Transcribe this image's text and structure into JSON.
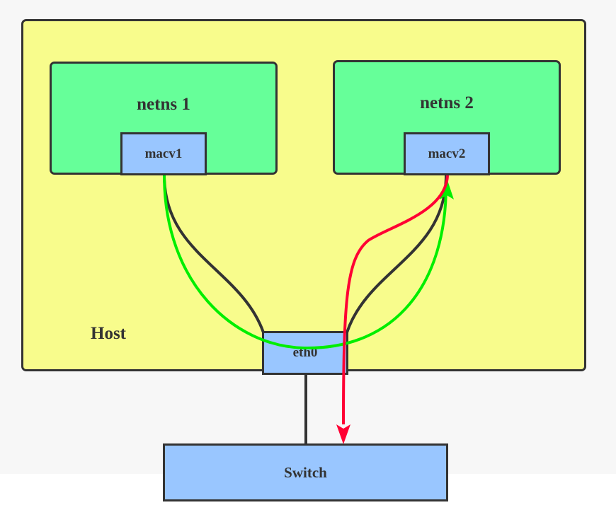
{
  "diagram": {
    "host": {
      "label": "Host"
    },
    "namespaces": [
      {
        "title": "netns 1",
        "interface": "macv1"
      },
      {
        "title": "netns 2",
        "interface": "macv2"
      }
    ],
    "eth0": {
      "label": "eth0"
    },
    "switch": {
      "label": "Switch"
    },
    "colors": {
      "host_fill": "#f8fc8c",
      "netns_fill": "#66ff99",
      "interface_fill": "#99c6ff",
      "border": "#333333",
      "green_path": "#00ee00",
      "red_path": "#ff0033"
    }
  }
}
